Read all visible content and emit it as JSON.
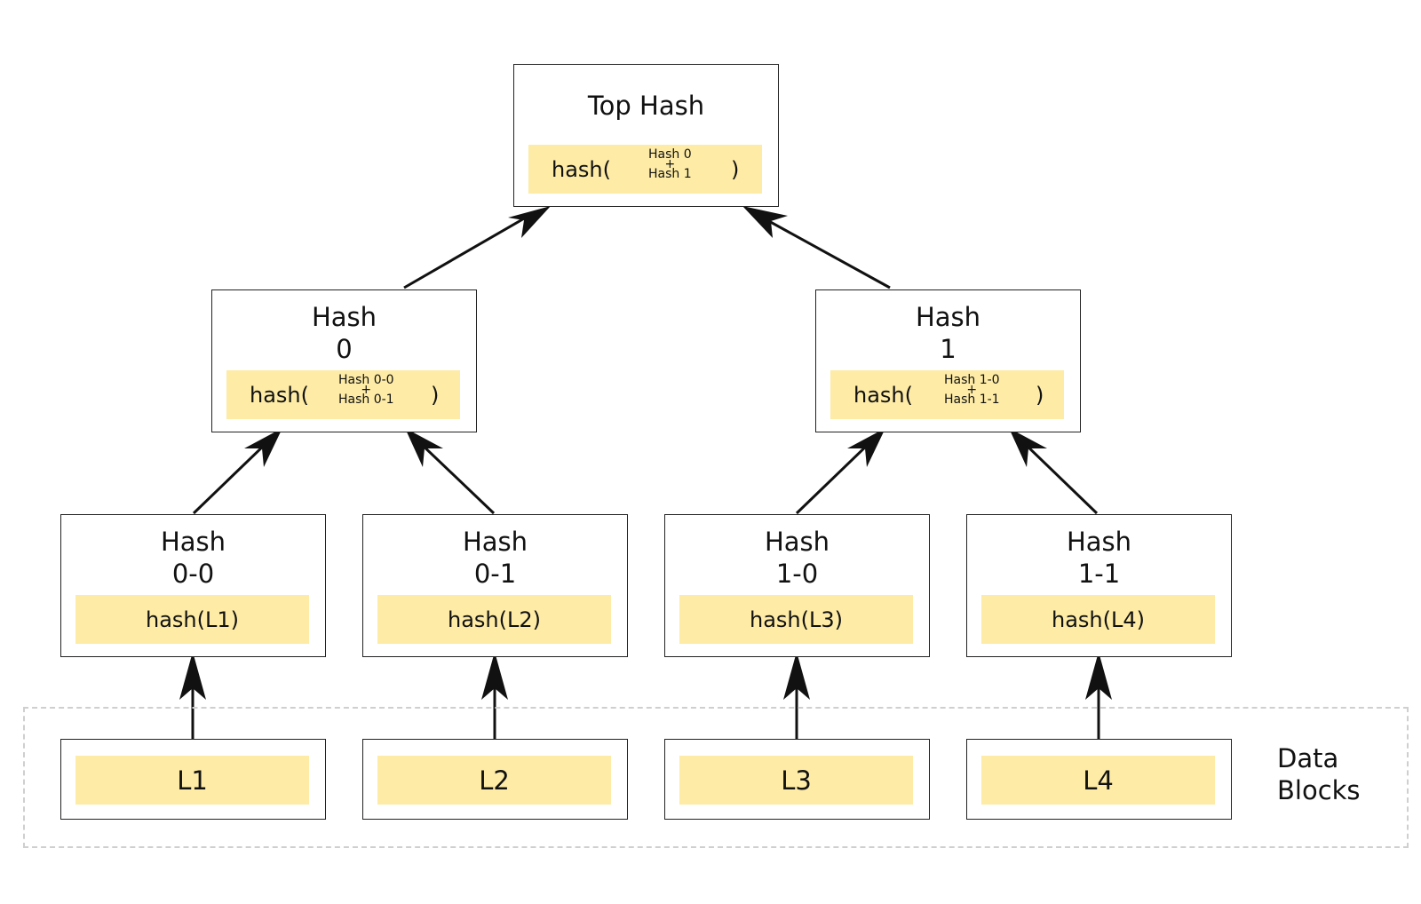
{
  "diagram": {
    "top": {
      "title": "Top Hash",
      "fn_open": "hash(",
      "input_a": "Hash 0",
      "plus": "+",
      "input_b": "Hash 1",
      "fn_close": ")"
    },
    "hash0": {
      "title_line1": "Hash",
      "title_line2": "0",
      "fn_open": "hash(",
      "input_a": "Hash 0-0",
      "plus": "+",
      "input_b": "Hash 0-1",
      "fn_close": ")"
    },
    "hash1": {
      "title_line1": "Hash",
      "title_line2": "1",
      "fn_open": "hash(",
      "input_a": "Hash 1-0",
      "plus": "+",
      "input_b": "Hash 1-1",
      "fn_close": ")"
    },
    "leaves": [
      {
        "title_line1": "Hash",
        "title_line2": "0-0",
        "fn": "hash(L1)"
      },
      {
        "title_line1": "Hash",
        "title_line2": "0-1",
        "fn": "hash(L2)"
      },
      {
        "title_line1": "Hash",
        "title_line2": "1-0",
        "fn": "hash(L3)"
      },
      {
        "title_line1": "Hash",
        "title_line2": "1-1",
        "fn": "hash(L4)"
      }
    ],
    "data_blocks": {
      "label_line1": "Data",
      "label_line2": "Blocks",
      "blocks": [
        "L1",
        "L2",
        "L3",
        "L4"
      ]
    },
    "colors": {
      "highlight": "#fdeba6",
      "border": "#222222",
      "dashed_region": "#cfcfcf"
    }
  }
}
